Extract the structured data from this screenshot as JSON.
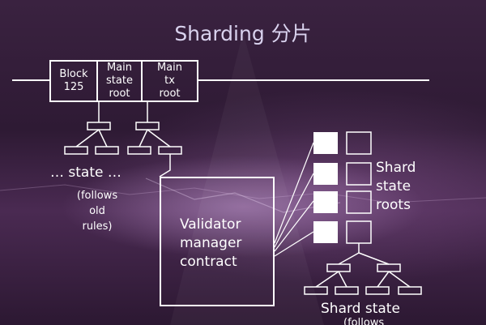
{
  "title": "Sharding 分片",
  "header_cells": [
    "Block\n125",
    "Main\nstate\nroot",
    "Main\ntx\nroot"
  ],
  "state_label": "… state …",
  "follows_label": "(follows\nold\nrules)",
  "validator_label": "Validator\nmanager\ncontract",
  "shard_roots_label": "Shard\nstate\nroots",
  "shard_state_label": "Shard state",
  "shard_follows_label": "(follows"
}
